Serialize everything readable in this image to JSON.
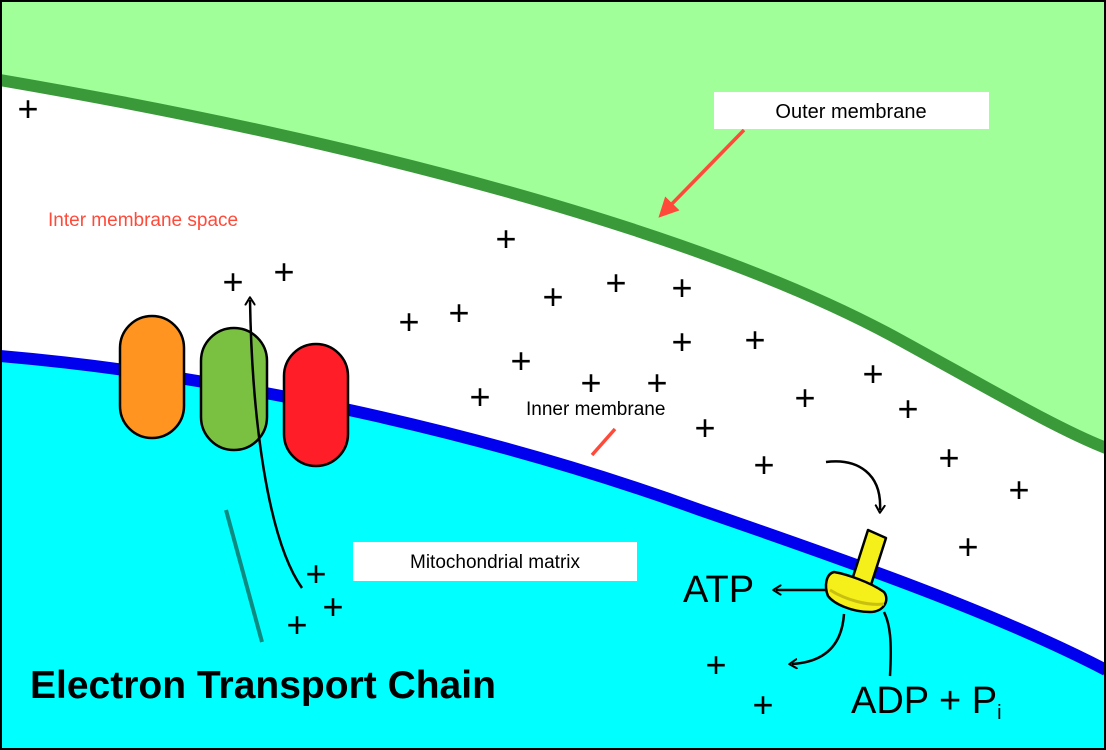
{
  "labels": {
    "outer_membrane": "Outer membrane",
    "inner_membrane": "Inner membrane",
    "intermembrane_space": "Inter membrane space",
    "matrix": "Mitochondrial matrix",
    "title": "Electron Transport Chain",
    "atp": "ATP",
    "adp_pi": "ADP + P",
    "pi_subscript": "i",
    "plus": "+"
  },
  "colors": {
    "outer_region": "#a0ff98",
    "outer_membrane": "#3a9a3a",
    "intermembrane": "#ffffff",
    "inner_membrane": "#0000ee",
    "matrix": "#00ffff",
    "protein_1": "#ff9520",
    "protein_2": "#7ac142",
    "protein_3": "#ff1e28",
    "atp_synthase": "#f5f019",
    "label_accent": "#ff4a3a",
    "pointer_teal": "#0f8a80",
    "frame": "#000000"
  },
  "icons": {
    "outer_pointer": "red-arrow-icon",
    "inner_pointer": "red-line-icon",
    "proton_path": "curved-arrow-icon",
    "atp_synthase": "atp-synthase-icon"
  }
}
